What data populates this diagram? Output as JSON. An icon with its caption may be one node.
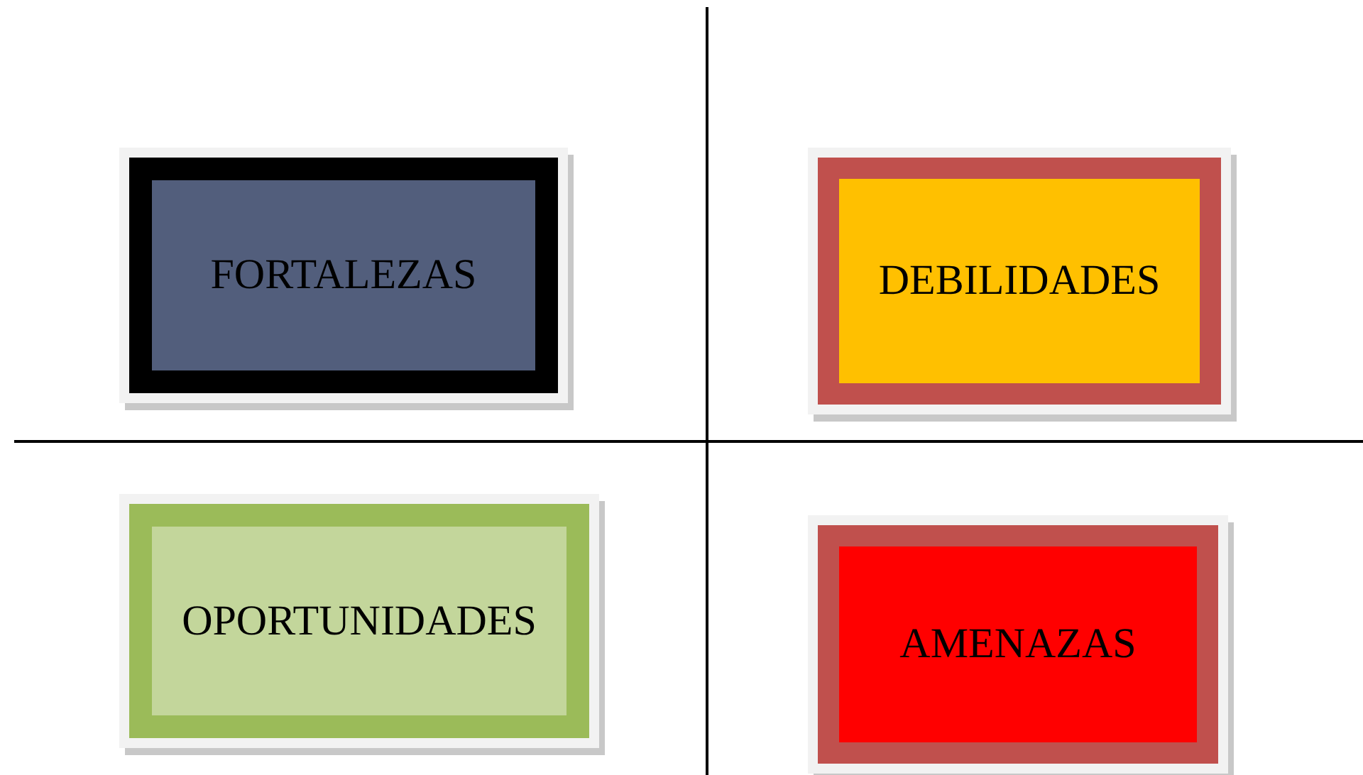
{
  "diagram": {
    "nodes": [
      {
        "text": [
          "FORTALEZAS"
        ]
      },
      {
        "text": [
          "DEBILIDADES"
        ]
      },
      {
        "text": [
          "OPORTUNIDADES"
        ]
      },
      {
        "text": [
          "AMENAZAS"
        ]
      }
    ]
  }
}
